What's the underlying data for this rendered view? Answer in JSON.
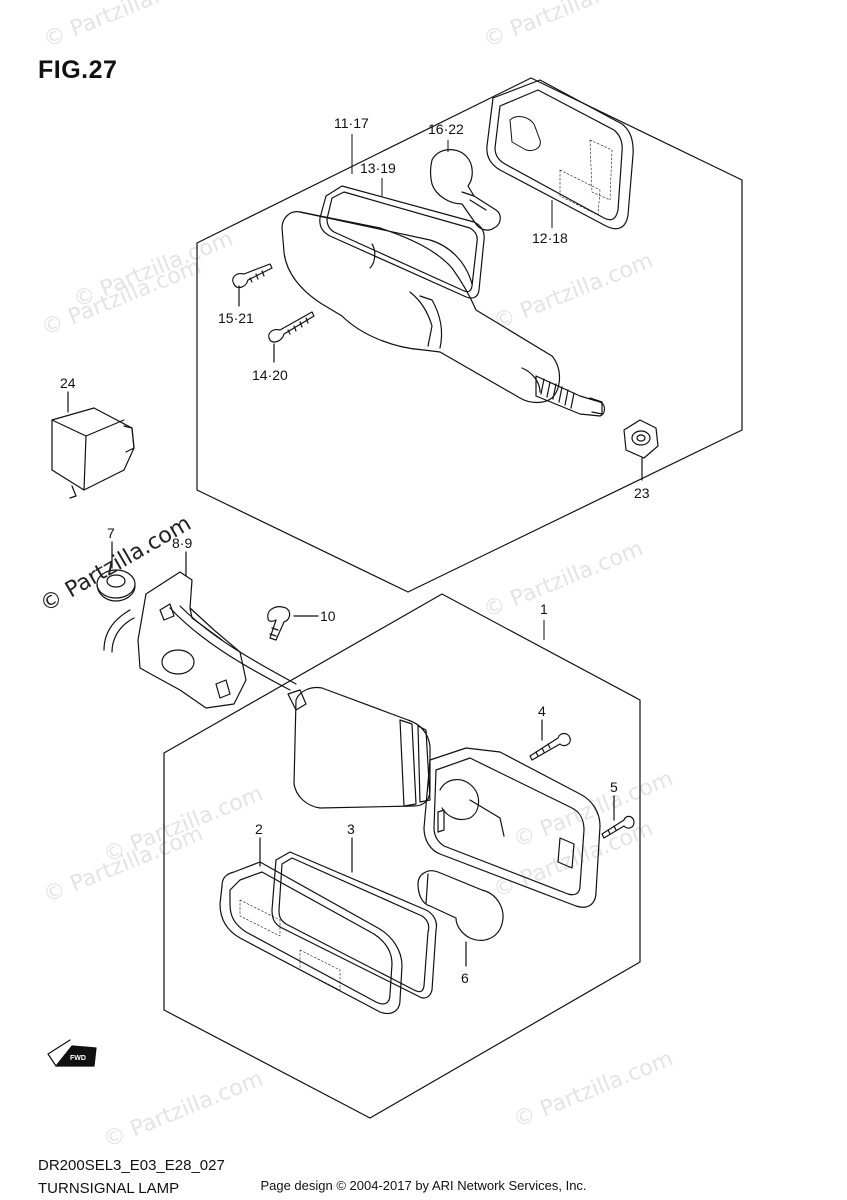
{
  "figure": {
    "title": "FIG.27",
    "model_code": "DR200SEL3_E03_E28_027",
    "name": "TURNSIGNAL LAMP"
  },
  "footer": "Page design © 2004-2017 by ARI Network Services, Inc.",
  "watermark": {
    "faint": "© Partzilla.com",
    "dark": "© Partzilla.com"
  },
  "callouts": {
    "c11_17": "11·17",
    "c16_22": "16·22",
    "c13_19": "13·19",
    "c12_18": "12·18",
    "c15_21": "15·21",
    "c14_20": "14·20",
    "c24": "24",
    "c23": "23",
    "c7": "7",
    "c8_9": "8·9",
    "c10": "10",
    "c1": "1",
    "c4": "4",
    "c5": "5",
    "c2": "2",
    "c3": "3",
    "c6": "6"
  },
  "fwd_label": "FWD",
  "colors": {
    "line": "#111111",
    "watermark": "#e4e4e4",
    "background": "#ffffff"
  }
}
